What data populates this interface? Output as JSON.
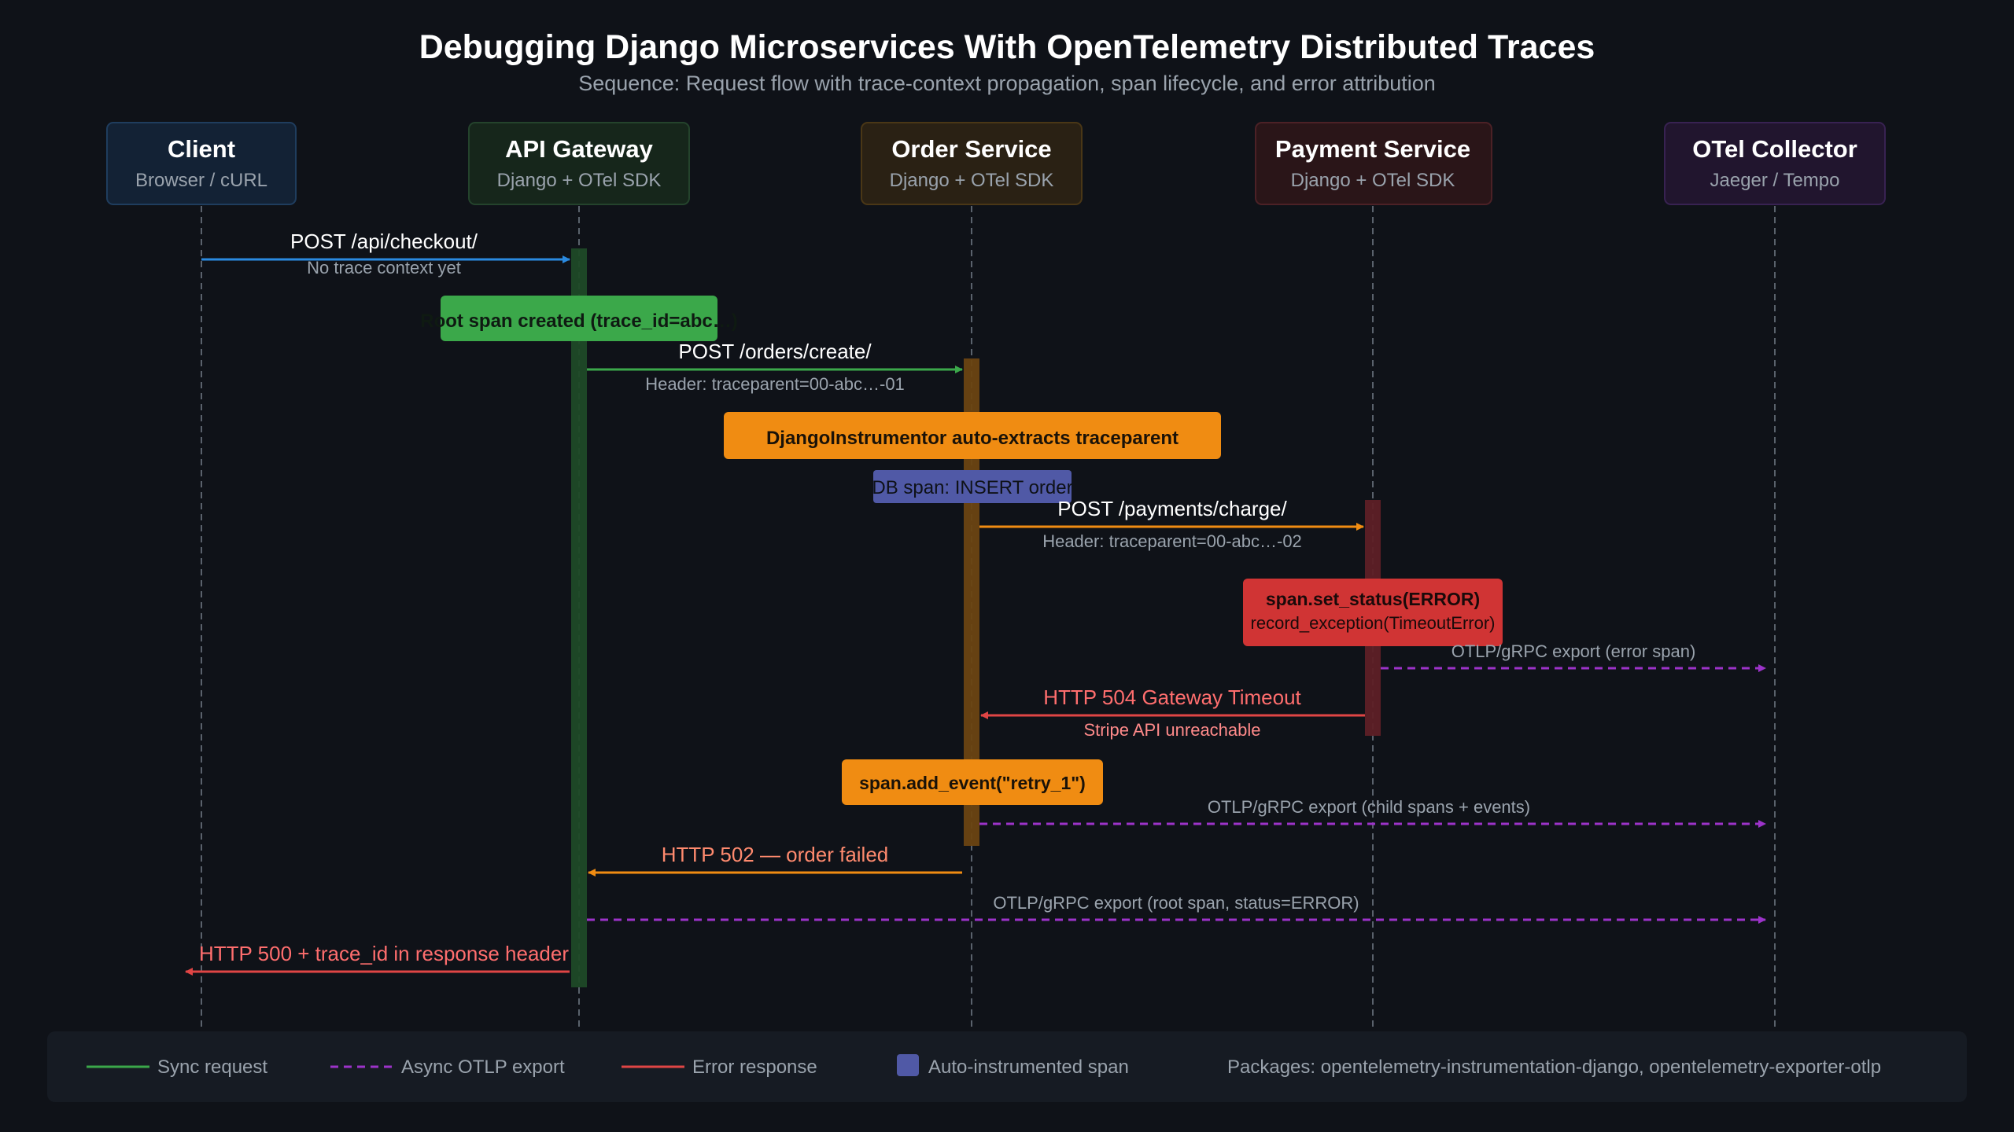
{
  "title": "Debugging Django Microservices With OpenTelemetry Distributed Traces",
  "subtitle": "Sequence: Request flow with trace-context propagation, span lifecycle, and error attribution",
  "colors": {
    "background": "#0f1218",
    "sync": "#3ba84a",
    "client_request": "#2a8ae0",
    "async": "#9c33c9",
    "error": "#e04545",
    "warning": "#f08c12",
    "auto_span": "#5059a6"
  },
  "participants": [
    {
      "id": "client",
      "name": "Client",
      "sub": "Browser / cURL",
      "color": "#2a8ae0"
    },
    {
      "id": "gateway",
      "name": "API Gateway",
      "sub": "Django + OTel SDK",
      "color": "#3ba84a"
    },
    {
      "id": "order",
      "name": "Order Service",
      "sub": "Django + OTel SDK",
      "color": "#f08c12"
    },
    {
      "id": "payment",
      "name": "Payment Service",
      "sub": "Django + OTel SDK",
      "color": "#e04545"
    },
    {
      "id": "collector",
      "name": "OTel Collector",
      "sub": "Jaeger / Tempo",
      "color": "#9c33c9"
    }
  ],
  "messages": [
    {
      "id": "msg-post-checkout",
      "label": "POST /api/checkout/",
      "sub": "No trace context yet",
      "kind": "client"
    },
    {
      "id": "msg-post-orders",
      "label": "POST /orders/create/",
      "sub": "Header: traceparent=00-abc…-01",
      "kind": "sync"
    },
    {
      "id": "msg-post-payments",
      "label": "POST /payments/charge/",
      "sub": "Header: traceparent=00-abc…-02",
      "kind": "warning"
    },
    {
      "id": "msg-export-error-span",
      "label": "OTLP/gRPC export (error span)",
      "kind": "async"
    },
    {
      "id": "msg-http-504",
      "label": "HTTP 504 Gateway Timeout",
      "sub": "Stripe API unreachable",
      "kind": "error"
    },
    {
      "id": "msg-export-child-spans",
      "label": "OTLP/gRPC export (child spans + events)",
      "kind": "async"
    },
    {
      "id": "msg-http-502",
      "label": "HTTP 502 — order failed",
      "kind": "warning"
    },
    {
      "id": "msg-export-root-span",
      "label": "OTLP/gRPC export (root span, status=ERROR)",
      "kind": "async"
    },
    {
      "id": "msg-http-500",
      "label": "HTTP 500 + trace_id in response header",
      "kind": "error"
    }
  ],
  "notes": [
    {
      "id": "note-root-span",
      "text": "Root span created (trace_id=abc…)",
      "kind": "sync"
    },
    {
      "id": "note-auto-extract",
      "text": "DjangoInstrumentor auto-extracts traceparent",
      "kind": "warning"
    },
    {
      "id": "note-db-span",
      "text": "DB span: INSERT order",
      "kind": "auto"
    },
    {
      "id": "note-set-status",
      "text": "span.set_status(ERROR)",
      "text2": "record_exception(TimeoutError)",
      "kind": "error"
    },
    {
      "id": "note-add-event",
      "text": "span.add_event(\"retry_1\")",
      "kind": "warning"
    }
  ],
  "legend": {
    "sync": "Sync request",
    "async": "Async OTLP export",
    "error": "Error response",
    "auto": "Auto-instrumented span",
    "packages": "Packages: opentelemetry-instrumentation-django, opentelemetry-exporter-otlp"
  }
}
